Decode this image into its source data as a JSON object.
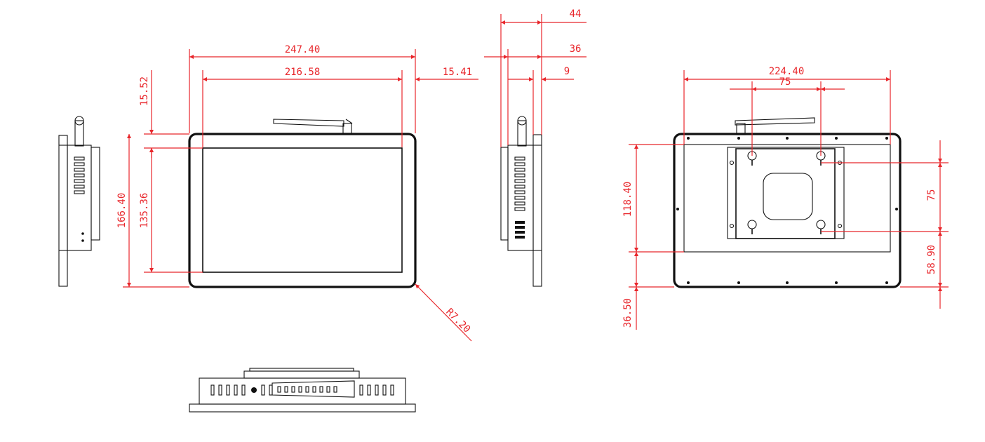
{
  "dimensions": {
    "width_total": "247.40",
    "width_screen": "216.58",
    "bezel_right": "15.41",
    "top_bezel": "15.52",
    "height_total": "166.40",
    "height_screen": "135.36",
    "corner_radius": "R7.20",
    "depth_total": "44",
    "depth_body": "36",
    "depth_panel": "9",
    "back_width": "224.40",
    "vesa_horizontal": "75",
    "vesa_vertical": "75",
    "back_height": "118.40",
    "back_bottom": "58.90",
    "back_offset": "36.50"
  }
}
